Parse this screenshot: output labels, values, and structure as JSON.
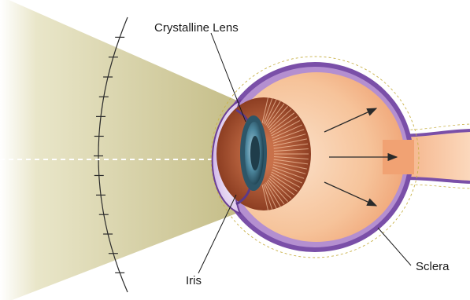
{
  "labels": {
    "crystalline_lens": "Crystalline Lens",
    "iris": "Iris",
    "sclera": "Sclera"
  },
  "colors": {
    "light_cone": "#c9c28f",
    "sclera_outer": "#7a4fa8",
    "choroid": "#b48fd0",
    "vitreous": "#f3b98a",
    "optic_nerve": "#ee9a66",
    "cornea": "#e6d2f2",
    "iris_rays": "#a3502c",
    "lens": "#3e6f85",
    "outline": "#2a2340"
  },
  "icons": {
    "light_rays": "arrow-icon",
    "scale_marks": "tick-icon"
  }
}
